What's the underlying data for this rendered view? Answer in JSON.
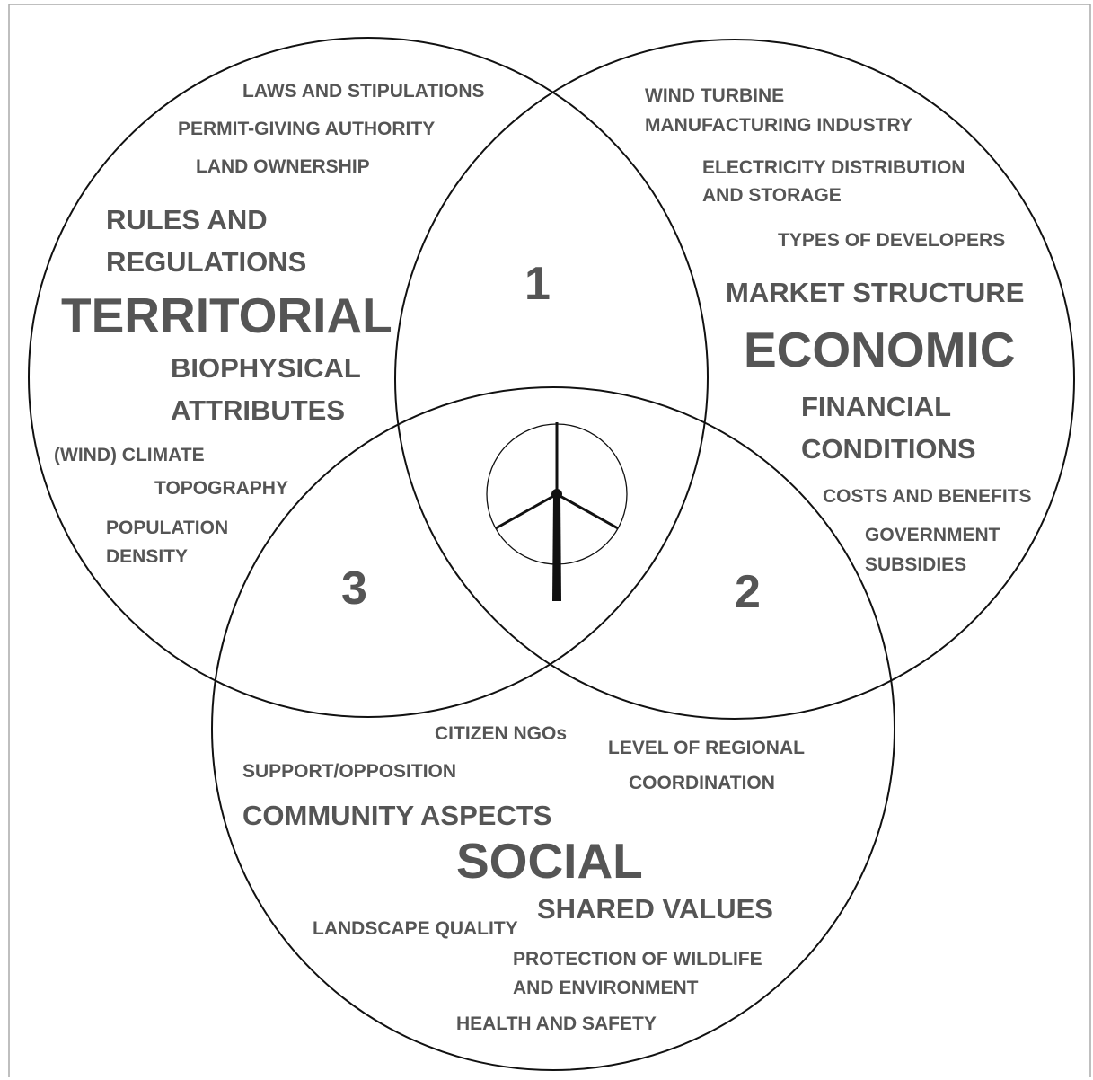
{
  "territorial": {
    "title": "TERRITORIAL",
    "sub1": [
      "RULES AND",
      "REGULATIONS"
    ],
    "sub2": [
      "BIOPHYSICAL",
      "ATTRIBUTES"
    ],
    "items": [
      "LAWS AND STIPULATIONS",
      "PERMIT-GIVING AUTHORITY",
      "LAND OWNERSHIP",
      "(WIND) CLIMATE",
      "TOPOGRAPHY",
      "POPULATION",
      "DENSITY"
    ]
  },
  "economic": {
    "title": "ECONOMIC",
    "sub1": "MARKET STRUCTURE",
    "sub2": [
      "FINANCIAL",
      "CONDITIONS"
    ],
    "items": [
      "WIND TURBINE",
      "MANUFACTURING INDUSTRY",
      "ELECTRICITY DISTRIBUTION",
      "AND STORAGE",
      "TYPES OF DEVELOPERS",
      "COSTS AND BENEFITS",
      "GOVERNMENT",
      "SUBSIDIES"
    ]
  },
  "social": {
    "title": "SOCIAL",
    "sub1": "COMMUNITY ASPECTS",
    "sub2": "SHARED VALUES",
    "items": [
      "CITIZEN NGOs",
      "LEVEL OF REGIONAL",
      "COORDINATION",
      "SUPPORT/OPPOSITION",
      "LANDSCAPE QUALITY",
      "PROTECTION OF WILDLIFE",
      "AND ENVIRONMENT",
      "HEALTH AND SAFETY"
    ]
  },
  "intersections": [
    "1",
    "2",
    "3"
  ],
  "center_icon": "wind-turbine-icon"
}
